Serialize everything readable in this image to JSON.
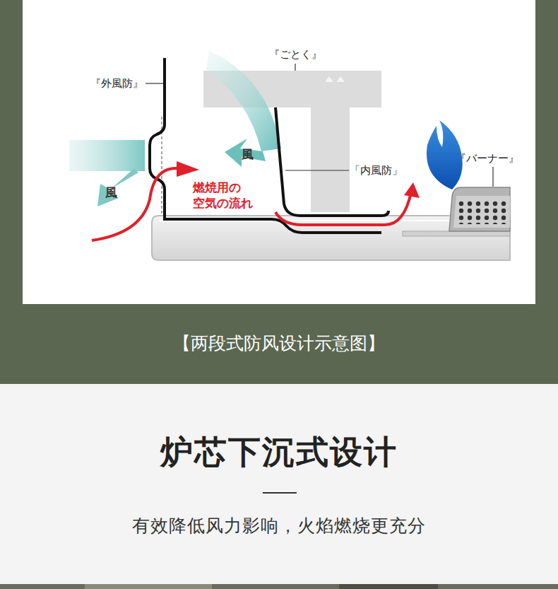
{
  "diagram": {
    "title": "炉芯下沉式设计",
    "caption": "【两段式防风设计示意图】",
    "labels": [
      "『外風防』",
      "『ごとく』",
      "風",
      "風",
      "燃焼用の 空気の流れ",
      "「内風防」",
      "『バーナー』",
      "有效降低风力影响，火焰燃烧更充分"
    ]
  }
}
